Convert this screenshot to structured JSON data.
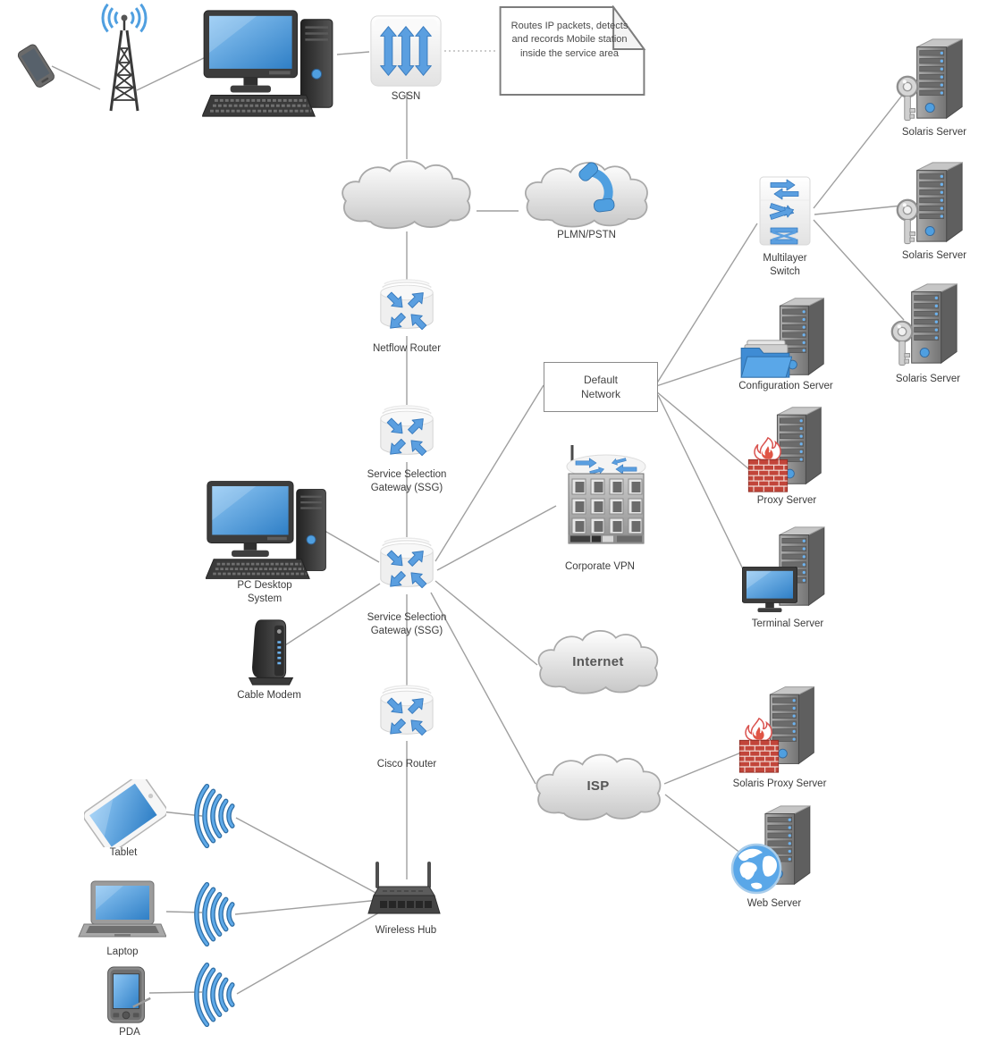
{
  "note": {
    "text": "Routes IP\npackets, detects\nand records\nMobile station inside\nthe service area"
  },
  "nodes": {
    "sgsn": {
      "label": "SGSN"
    },
    "plmn_pstn": {
      "label": "PLMN/PSTN"
    },
    "netflow_router": {
      "label": "Netflow Router"
    },
    "ssg1": {
      "label": "Service Selection\nGateway (SSG)"
    },
    "pc_desktop": {
      "label": "PC Desktop\nSystem"
    },
    "ssg2": {
      "label": "Service Selection\nGateway (SSG)"
    },
    "cable_modem": {
      "label": "Cable Modem"
    },
    "cisco_router": {
      "label": "Cisco Router"
    },
    "wireless_hub": {
      "label": "Wireless Hub"
    },
    "tablet": {
      "label": "Tablet"
    },
    "laptop": {
      "label": "Laptop"
    },
    "pda": {
      "label": "PDA"
    },
    "default_network": {
      "label": "Default\nNetwork"
    },
    "corporate_vpn": {
      "label": "Corporate VPN"
    },
    "internet": {
      "label": "Internet"
    },
    "isp": {
      "label": "ISP"
    },
    "multilayer_switch": {
      "label": "Multilayer\nSwitch"
    },
    "solaris_server_1": {
      "label": "Solaris Server"
    },
    "solaris_server_2": {
      "label": "Solaris Server"
    },
    "solaris_server_3": {
      "label": "Solaris Server"
    },
    "configuration_server": {
      "label": "Configuration Server"
    },
    "proxy_server": {
      "label": "Proxy Server"
    },
    "terminal_server": {
      "label": "Terminal Server"
    },
    "solaris_proxy_server": {
      "label": "Solaris Proxy Server"
    },
    "web_server": {
      "label": "Web Server"
    }
  },
  "colors": {
    "accent_blue": "#4f9fe0",
    "firewall_red": "#c2453a",
    "edge_gray": "#9f9f9f"
  }
}
